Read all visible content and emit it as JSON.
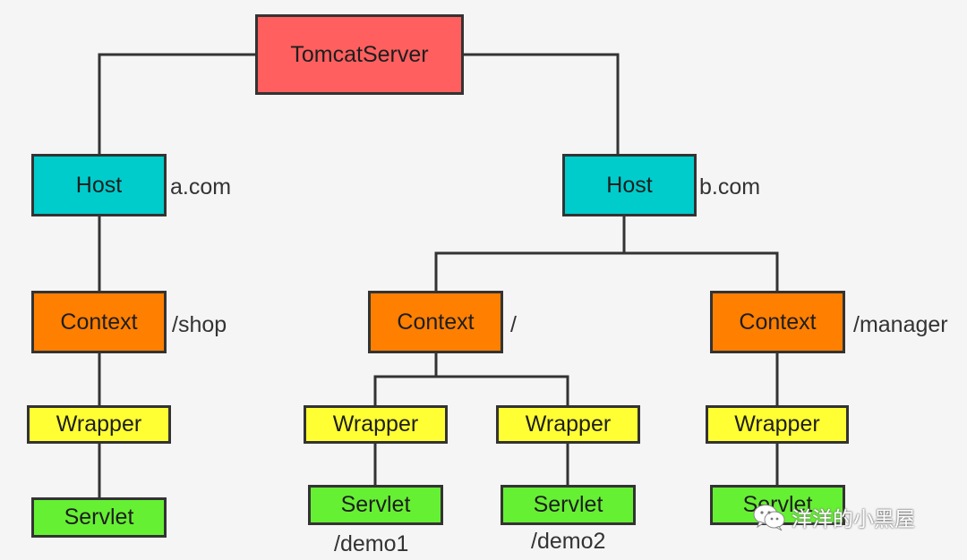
{
  "nodes": {
    "server": "TomcatServer",
    "host_a": "Host",
    "host_b": "Host",
    "ctx_shop": "Context",
    "ctx_root": "Context",
    "ctx_manager": "Context",
    "wrap_a": "Wrapper",
    "wrap_b1": "Wrapper",
    "wrap_b2": "Wrapper",
    "wrap_c": "Wrapper",
    "servlet_a": "Servlet",
    "servlet_b1": "Servlet",
    "servlet_b2": "Servlet",
    "servlet_c": "Servlet"
  },
  "labels": {
    "host_a": "a.com",
    "host_b": "b.com",
    "ctx_shop": "/shop",
    "ctx_root": "/",
    "ctx_manager": "/manager",
    "servlet_b1": "/demo1",
    "servlet_b2": "/demo2"
  },
  "watermark": {
    "icon": "wechat-icon",
    "text": "洋洋的小黑屋"
  },
  "colors": {
    "server": "#ff5f5f",
    "host": "#00cccc",
    "context": "#ff7f00",
    "wrapper": "#ffff33",
    "servlet": "#66f033",
    "edge": "#333333"
  }
}
